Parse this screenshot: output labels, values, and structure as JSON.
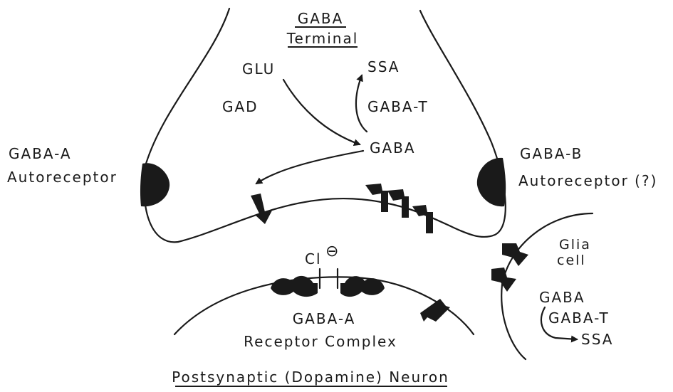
{
  "diagram": {
    "title_line1": "GABA",
    "title_line2": "Terminal",
    "synthesis": {
      "glu": "GLU",
      "ssa": "SSA",
      "gad": "GAD",
      "gaba_t": "GABA-T",
      "gaba": "GABA"
    },
    "left_receptor": {
      "line1": "GABA-A",
      "line2": "Autoreceptor"
    },
    "right_receptor": {
      "line1": "GABA-B",
      "line2": "Autoreceptor (?)"
    },
    "glia": {
      "line1": "Glia",
      "line2": "cell",
      "gaba": "GABA",
      "gaba_t": "GABA-T",
      "ssa": "SSA"
    },
    "chloride": {
      "symbol": "Cl",
      "charge": "⊖"
    },
    "receptor_complex": {
      "line1": "GABA-A",
      "line2": "Receptor Complex"
    },
    "neuron_label": "Postsynaptic (Dopamine) Neuron",
    "ink_color": "#1a1a1a"
  }
}
